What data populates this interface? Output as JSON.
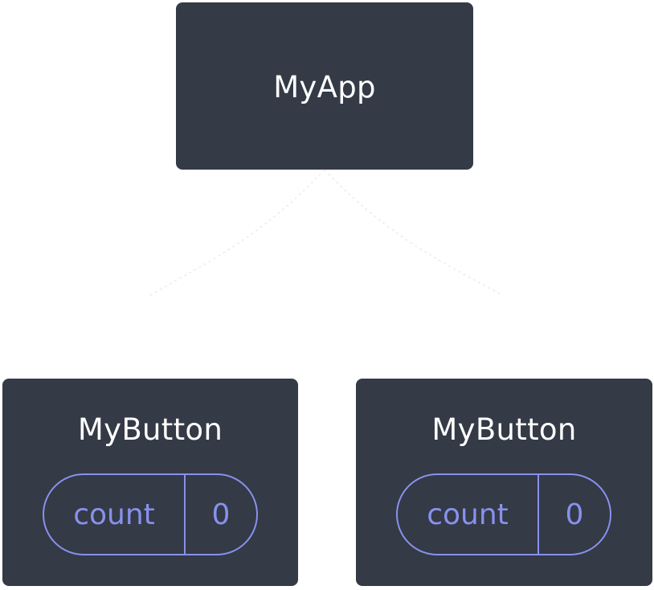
{
  "root": {
    "title": "MyApp"
  },
  "children": [
    {
      "title": "MyButton",
      "state": {
        "label": "count",
        "value": "0"
      }
    },
    {
      "title": "MyButton",
      "state": {
        "label": "count",
        "value": "0"
      }
    }
  ],
  "colors": {
    "node_background": "#343a46",
    "node_text": "#ffffff",
    "state_accent": "#8891ec",
    "edge": "#eef0f5"
  }
}
